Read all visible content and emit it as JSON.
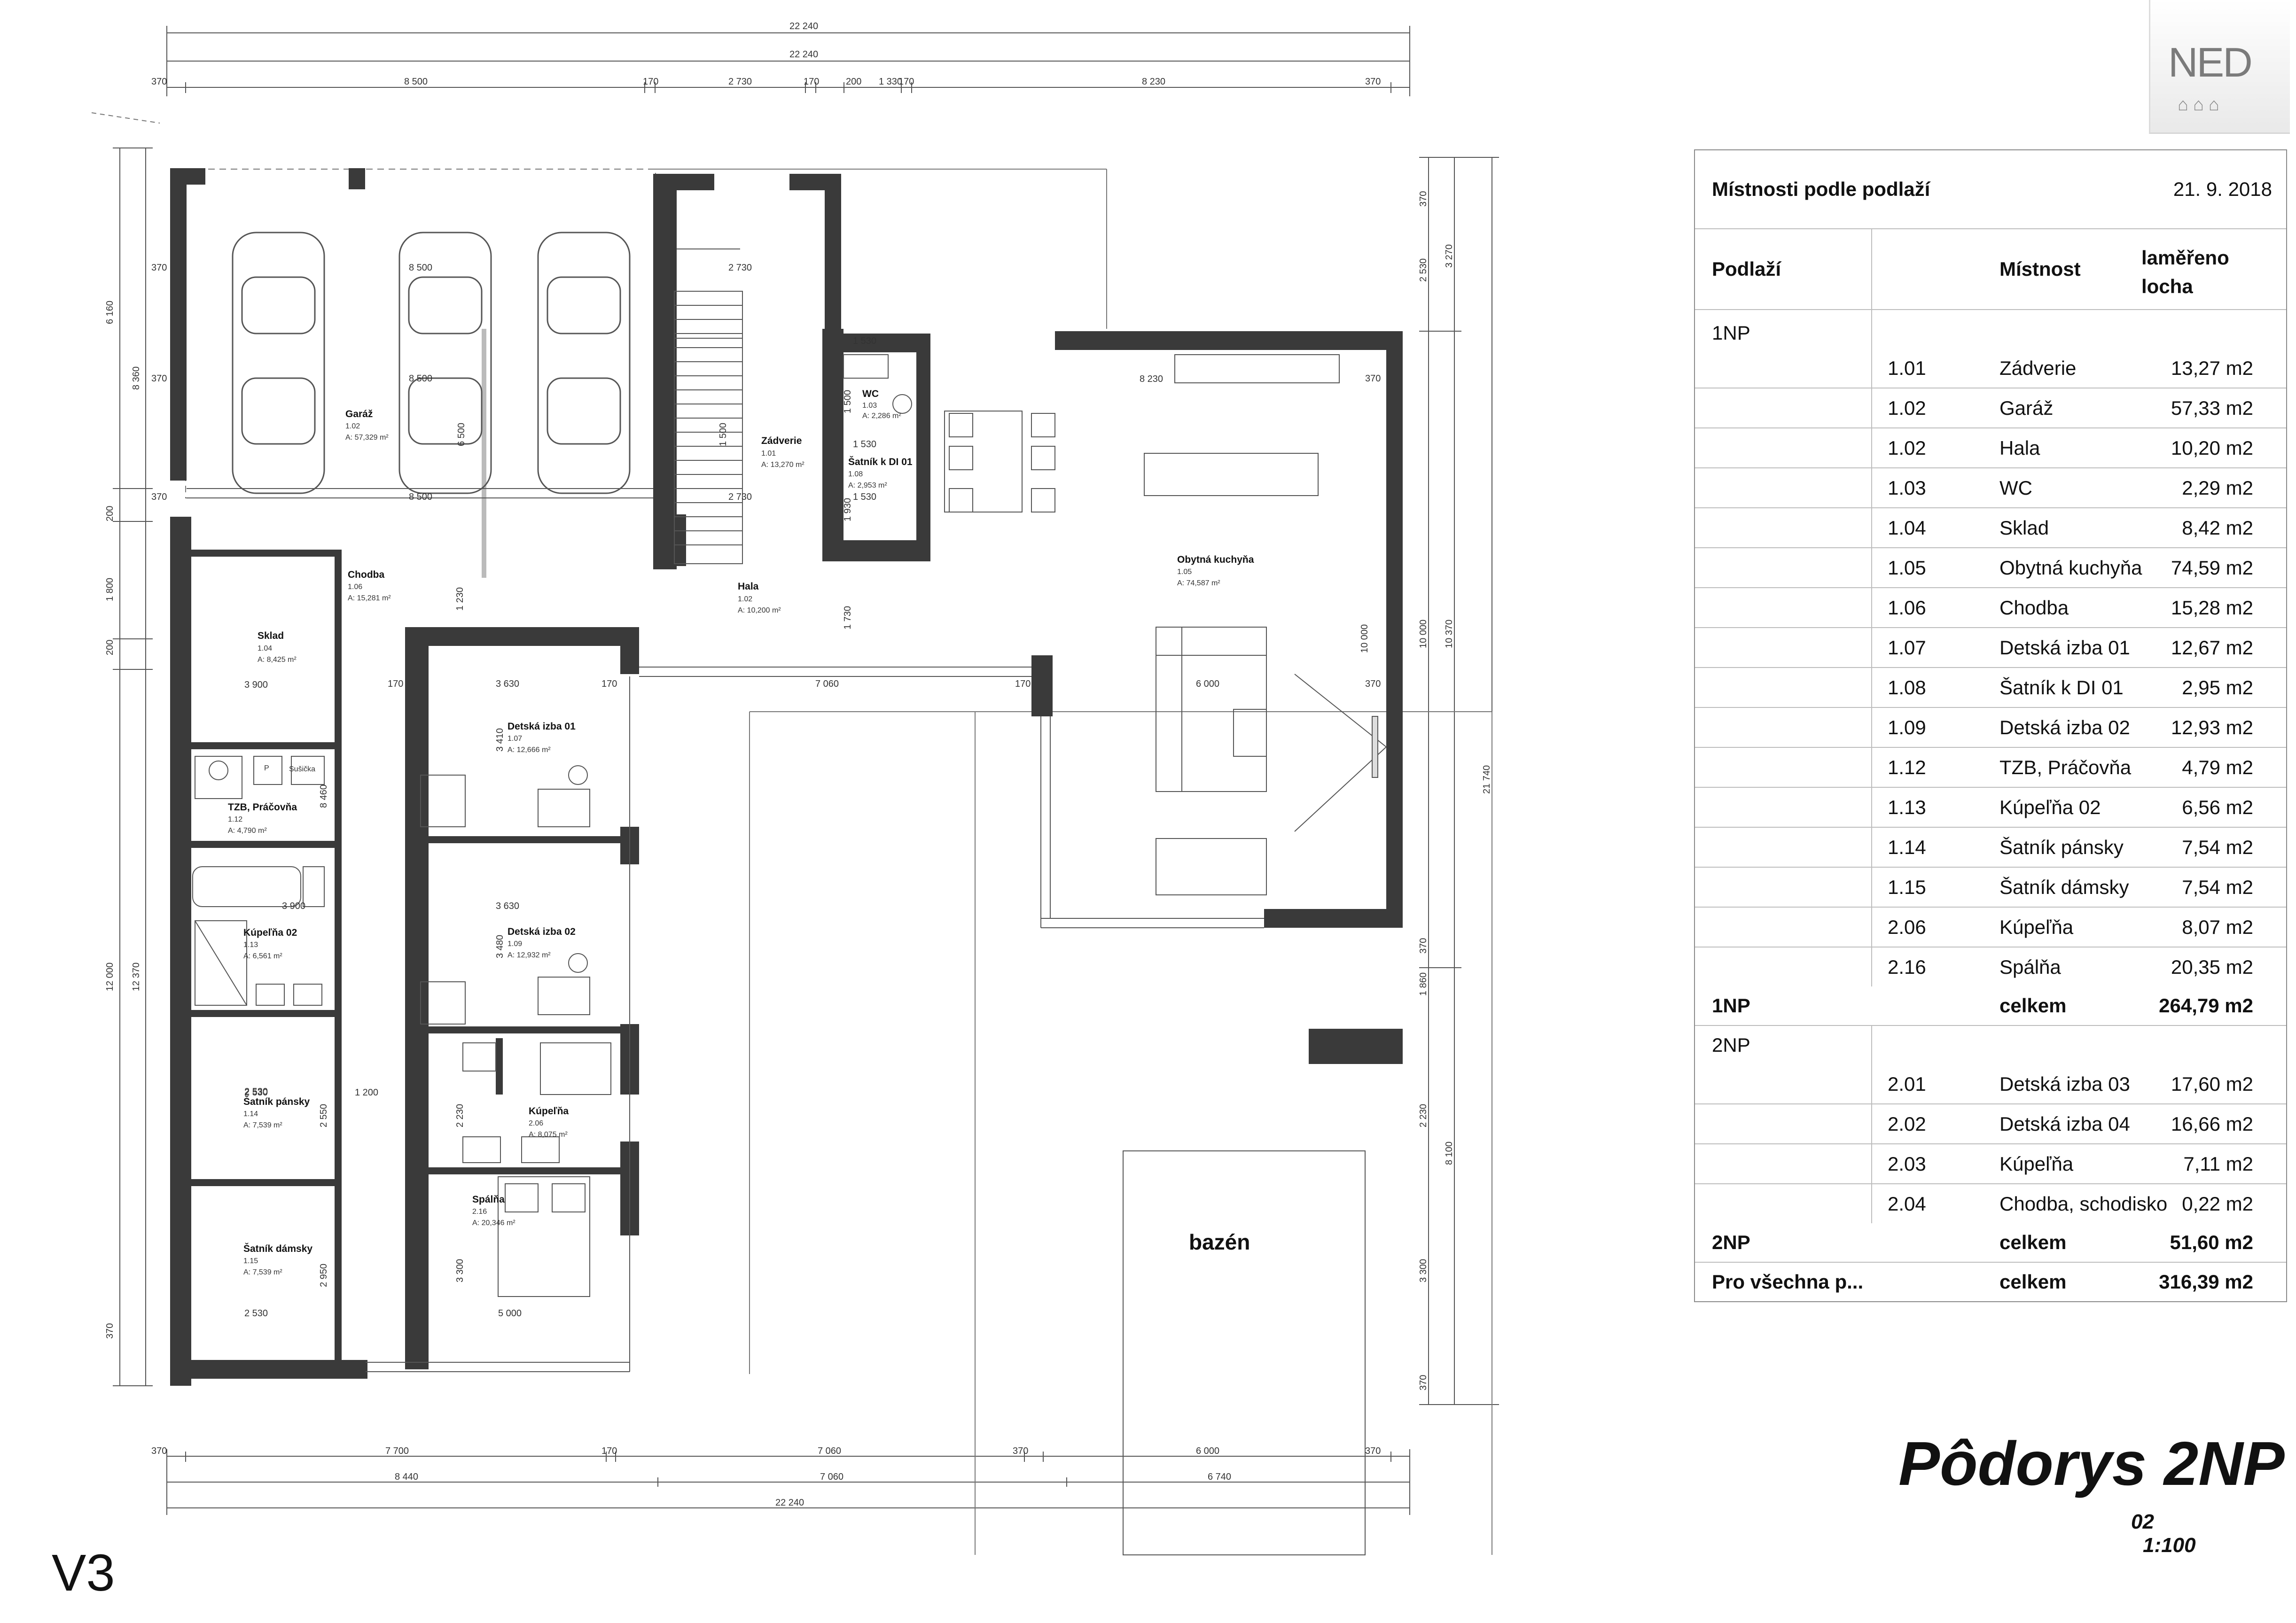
{
  "drawing": {
    "title": "Pôdorys 2NP",
    "sheet_number": "02",
    "scale": "1:100",
    "version": "V3",
    "logo_text": "NED",
    "logo_mark": "⌂⌂⌂",
    "pool_label": "bazén"
  },
  "rooms": [
    {
      "name": "Garáž",
      "number": "1.02",
      "area": "A: 57,329 m²"
    },
    {
      "name": "Zádverie",
      "number": "1.01",
      "area": "A: 13,270 m²"
    },
    {
      "name": "WC",
      "number": "1.03",
      "area": "A: 2,286 m²"
    },
    {
      "name": "Šatník k DI 01",
      "number": "1.08",
      "area": "A: 2,953 m²"
    },
    {
      "name": "Hala",
      "number": "1.02",
      "area": "A: 10,200 m²"
    },
    {
      "name": "Obytná kuchyňa",
      "number": "1.05",
      "area": "A: 74,587 m²"
    },
    {
      "name": "Sklad",
      "number": "1.04",
      "area": "A: 8,425 m²"
    },
    {
      "name": "Chodba",
      "number": "1.06",
      "area": "A: 15,281 m²"
    },
    {
      "name": "Detská izba 01",
      "number": "1.07",
      "area": "A: 12,666 m²"
    },
    {
      "name": "TZB, Práčovňa",
      "number": "1.12",
      "area": "A: 4,790 m²"
    },
    {
      "name": "Detská izba 02",
      "number": "1.09",
      "area": "A: 12,932 m²"
    },
    {
      "name": "Kúpeľňa 02",
      "number": "1.13",
      "area": "A: 6,561 m²"
    },
    {
      "name": "Šatník pánsky",
      "number": "1.14",
      "area": "A: 7,539 m²"
    },
    {
      "name": "Kúpeľňa",
      "number": "2.06",
      "area": "A: 8,075 m²"
    },
    {
      "name": "Spálňa",
      "number": "2.16",
      "area": "A: 20,346 m²"
    },
    {
      "name": "Šatník dámsky",
      "number": "1.15",
      "area": "A: 7,539 m²"
    }
  ],
  "fixture_labels": {
    "p": "P",
    "susicka": "Sušička"
  },
  "dimensions": {
    "top_overall_1": "22 240",
    "top_overall_2": "22 240",
    "top_chain": [
      "370",
      "8 500",
      "170",
      "2 730",
      "170",
      "200",
      "1 330",
      "170",
      "8 230",
      "370"
    ],
    "inner_garage": [
      "370",
      "8 500",
      "8 500",
      "8 500"
    ],
    "inner_misc": [
      "2 730",
      "2 730",
      "1 530",
      "1 530",
      "1 530",
      "1 500",
      "1 930",
      "1 730",
      "1 230",
      "1 500"
    ],
    "inner_left": [
      "3 900",
      "3 900",
      "2 530",
      "2 530",
      "2 530",
      "1 200",
      "6 500",
      "3 410",
      "3 480",
      "2 230",
      "2 550",
      "2 950",
      "3 300",
      "8 460",
      "10 000",
      "6 000"
    ],
    "inner_mid": [
      "3 630",
      "3 630",
      "7 060",
      "8 230",
      "5 000",
      "170",
      "170",
      "170",
      "370",
      "370"
    ],
    "bottom_chain_1": [
      "370",
      "7 700",
      "170",
      "7 060",
      "370",
      "6 000",
      "370"
    ],
    "bottom_chain_2": [
      "8 440",
      "7 060",
      "6 740"
    ],
    "bottom_overall": "22 240",
    "left_chain_1": [
      "6 160",
      "8 360",
      "200",
      "1 800",
      "200",
      "12 000",
      "12 370",
      "370"
    ],
    "right_chain_1": [
      "370",
      "2 530",
      "3 270",
      "10 000",
      "10 370",
      "21 740",
      "1 860",
      "2 230",
      "8 100",
      "3 300",
      "370",
      "370"
    ]
  },
  "legend": {
    "title": "Místnosti podle podlaží",
    "date": "21. 9. 2018",
    "col_floor": "Podlaží",
    "col_room": "Místnost",
    "col_area_line1": "laměřeno",
    "col_area_line2": "locha",
    "floor_1": "1NP",
    "floor_2": "2NP",
    "rows_1np": [
      {
        "num": "1.01",
        "name": "Zádverie",
        "area": "13,27 m2"
      },
      {
        "num": "1.02",
        "name": "Garáž",
        "area": "57,33 m2"
      },
      {
        "num": "1.02",
        "name": "Hala",
        "area": "10,20 m2"
      },
      {
        "num": "1.03",
        "name": "WC",
        "area": "2,29 m2"
      },
      {
        "num": "1.04",
        "name": "Sklad",
        "area": "8,42 m2"
      },
      {
        "num": "1.05",
        "name": "Obytná kuchyňa",
        "area": "74,59 m2"
      },
      {
        "num": "1.06",
        "name": "Chodba",
        "area": "15,28 m2"
      },
      {
        "num": "1.07",
        "name": "Detská izba 01",
        "area": "12,67 m2"
      },
      {
        "num": "1.08",
        "name": "Šatník k DI 01",
        "area": "2,95 m2"
      },
      {
        "num": "1.09",
        "name": "Detská izba 02",
        "area": "12,93 m2"
      },
      {
        "num": "1.12",
        "name": "TZB, Práčovňa",
        "area": "4,79 m2"
      },
      {
        "num": "1.13",
        "name": "Kúpeľňa 02",
        "area": "6,56 m2"
      },
      {
        "num": "1.14",
        "name": "Šatník pánsky",
        "area": "7,54 m2"
      },
      {
        "num": "1.15",
        "name": "Šatník dámsky",
        "area": "7,54 m2"
      },
      {
        "num": "2.06",
        "name": "Kúpeľňa",
        "area": "8,07 m2"
      },
      {
        "num": "2.16",
        "name": "Spálňa",
        "area": "20,35 m2"
      }
    ],
    "total_1np": {
      "floor": "1NP",
      "label": "celkem",
      "area": "264,79 m2"
    },
    "rows_2np": [
      {
        "num": "2.01",
        "name": "Detská izba 03",
        "area": "17,60 m2"
      },
      {
        "num": "2.02",
        "name": "Detská izba 04",
        "area": "16,66 m2"
      },
      {
        "num": "2.03",
        "name": "Kúpeľňa",
        "area": "7,11 m2"
      },
      {
        "num": "2.04",
        "name": "Chodba, schodisko",
        "area": "0,22 m2"
      }
    ],
    "total_2np": {
      "floor": "2NP",
      "label": "celkem",
      "area": "51,60 m2"
    },
    "total_all": {
      "floor": "Pro všechna p...",
      "label": "celkem",
      "area": "316,39 m2"
    }
  }
}
